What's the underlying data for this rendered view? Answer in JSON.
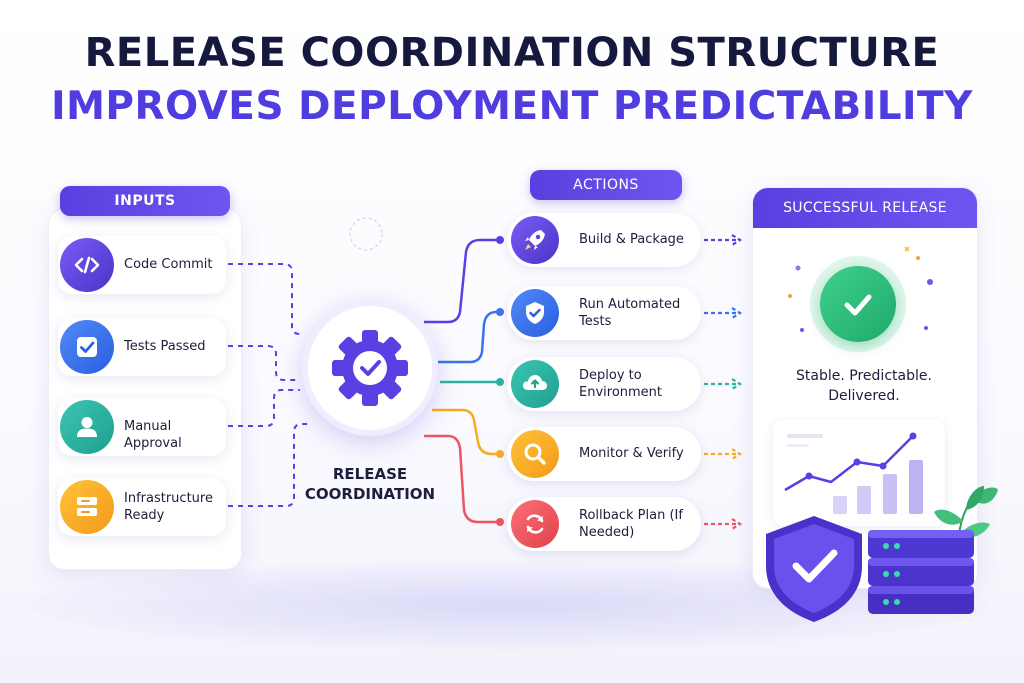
{
  "title": {
    "line1": "RELEASE COORDINATION STRUCTURE",
    "line2": "IMPROVES DEPLOYMENT PREDICTABILITY"
  },
  "inputs": {
    "header": "INPUTS",
    "items": [
      {
        "label": "Code Commit",
        "icon": "code-icon",
        "color": "#6a4ee8"
      },
      {
        "label": "Tests Passed",
        "icon": "checkbox-icon",
        "color": "#3a72ef"
      },
      {
        "label": "Manual Approval",
        "icon": "person-icon",
        "color": "#2db3a1"
      },
      {
        "label": "Infrastructure Ready",
        "icon": "server-icon",
        "color": "#f6ab25"
      }
    ]
  },
  "hub": {
    "label": "RELEASE COORDINATION",
    "icon": "gear-check-icon",
    "color": "#5b3fe2"
  },
  "actions": {
    "header": "ACTIONS",
    "items": [
      {
        "label": "Build & Package",
        "icon": "rocket-icon",
        "color": "#5b3fe2"
      },
      {
        "label": "Run Automated Tests",
        "icon": "shield-check-icon",
        "color": "#3a72ef"
      },
      {
        "label": "Deploy to Environment",
        "icon": "cloud-upload-icon",
        "color": "#2db3a1"
      },
      {
        "label": "Monitor & Verify",
        "icon": "magnifier-icon",
        "color": "#f6ab25"
      },
      {
        "label": "Rollback Plan (If Needed)",
        "icon": "refresh-icon",
        "color": "#ee5560"
      }
    ]
  },
  "release": {
    "header": "SUCCESSFUL RELEASE",
    "tagline1": "Stable. Predictable.",
    "tagline2": "Delivered.",
    "icon": "check-circle-icon",
    "accent": "#22b774"
  }
}
